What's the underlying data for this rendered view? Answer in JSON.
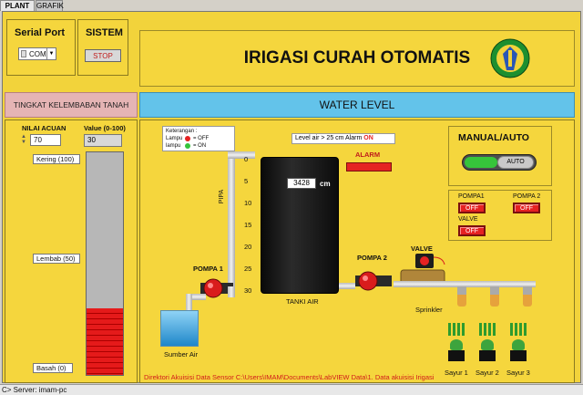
{
  "tabs": [
    {
      "label": "PLANT"
    },
    {
      "label": "GRAFIK"
    }
  ],
  "serial": {
    "title": "Serial Port",
    "value": "COM"
  },
  "sistem": {
    "title": "SISTEM",
    "stop_label": "STOP"
  },
  "header": {
    "title": "IRIGASI CURAH OTOMATIS"
  },
  "bars": {
    "left": "TINGKAT KELEMBABAN TANAH",
    "right": "WATER LEVEL"
  },
  "moisture": {
    "nilai_label": "NILAI ACUAN",
    "nilai_value": "70",
    "value_label": "Value (0-100)",
    "value": "30",
    "level": 0.3,
    "tick_top": "Kering (100)",
    "tick_mid": "Lembab (50)",
    "tick_bottom": "Basah (0)"
  },
  "legend": {
    "title": "Keterangan :",
    "lampu1": "Lampu",
    "off_text": "= OFF",
    "lampu2": "lampu",
    "on_text": "= ON"
  },
  "level_info": {
    "text": "Level air > 25 cm  Alarm",
    "status": "ON"
  },
  "tank": {
    "value": "3428",
    "unit": "cm",
    "label": "TANKI AIR",
    "pipe_label": "PIPA",
    "ticks": [
      "0",
      "5",
      "10",
      "15",
      "20",
      "25",
      "30"
    ]
  },
  "alarm": {
    "label": "ALARM"
  },
  "manual": {
    "title": "MANUAL/AUTO",
    "toggle": "AUTO"
  },
  "pompa1_panel": {
    "label": "POMPA1",
    "status": "OFF"
  },
  "pompa2_panel": {
    "label": "POMPA 2",
    "status": "OFF"
  },
  "valve_panel": {
    "label": "VALVE",
    "status": "OFF"
  },
  "components": {
    "pompa1": "POMPA 1",
    "pompa2": "POMPA  2",
    "valve": "VALVE",
    "sprinkler": "Sprinkler",
    "sumber": "Sumber Air"
  },
  "sayur": [
    "Sayur 1",
    "Sayur 2",
    "Sayur 3"
  ],
  "directory": {
    "text": "Direktori Akuisisi Data Sensor C:\\Users\\IMAM\\Documents\\LabVIEW Data\\1. Data akuisisi Irigasi"
  },
  "statusbar": {
    "text": "C> Server: imam-pc"
  },
  "colors": {
    "panel": "#f5d63d",
    "water_blue": "#63c3ea",
    "alarm_red": "#e52222",
    "led_green": "#36c43b"
  }
}
